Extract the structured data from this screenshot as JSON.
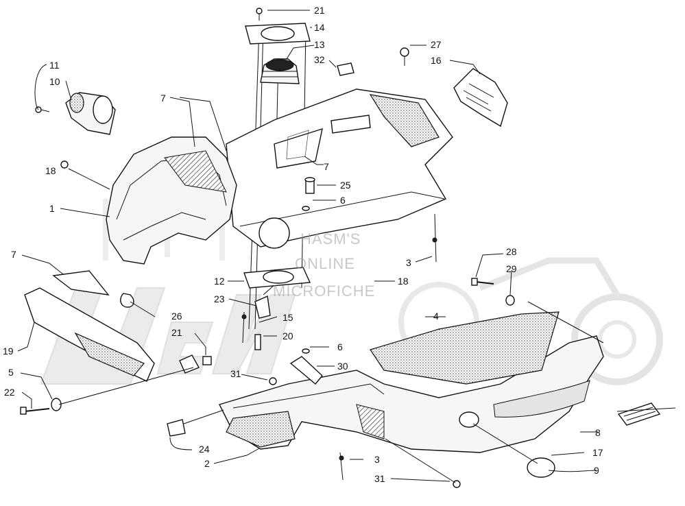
{
  "watermark": {
    "lines": [
      "HASM'S",
      "ONLINE",
      "MICROFICHE"
    ]
  },
  "callouts": [
    {
      "id": "c21-top",
      "text": "21"
    },
    {
      "id": "c14",
      "text": "14"
    },
    {
      "id": "c13",
      "text": "13"
    },
    {
      "id": "c32",
      "text": "32"
    },
    {
      "id": "c27",
      "text": "27"
    },
    {
      "id": "c16",
      "text": "16"
    },
    {
      "id": "c11",
      "text": "11"
    },
    {
      "id": "c10",
      "text": "10"
    },
    {
      "id": "c7-a",
      "text": "7"
    },
    {
      "id": "c7-b",
      "text": "7"
    },
    {
      "id": "c18-left",
      "text": "18"
    },
    {
      "id": "c25",
      "text": "25"
    },
    {
      "id": "c6-top",
      "text": "6"
    },
    {
      "id": "c1",
      "text": "1"
    },
    {
      "id": "c3-right",
      "text": "3"
    },
    {
      "id": "c7-c",
      "text": "7"
    },
    {
      "id": "c18-mid",
      "text": "18"
    },
    {
      "id": "c28",
      "text": "28"
    },
    {
      "id": "c29",
      "text": "29"
    },
    {
      "id": "c12",
      "text": "12"
    },
    {
      "id": "c23",
      "text": "23"
    },
    {
      "id": "c26",
      "text": "26"
    },
    {
      "id": "c15",
      "text": "15"
    },
    {
      "id": "c4",
      "text": "4"
    },
    {
      "id": "c21-left",
      "text": "21"
    },
    {
      "id": "c20",
      "text": "20"
    },
    {
      "id": "c19",
      "text": "19"
    },
    {
      "id": "c6-low",
      "text": "6"
    },
    {
      "id": "c30",
      "text": "30"
    },
    {
      "id": "c5",
      "text": "5"
    },
    {
      "id": "c31-mid",
      "text": "31"
    },
    {
      "id": "c22",
      "text": "22"
    },
    {
      "id": "c8",
      "text": "8"
    },
    {
      "id": "c24",
      "text": "24"
    },
    {
      "id": "c17",
      "text": "17"
    },
    {
      "id": "c3-low",
      "text": "3"
    },
    {
      "id": "c2",
      "text": "2"
    },
    {
      "id": "c9",
      "text": "9"
    },
    {
      "id": "c31-low",
      "text": "31"
    }
  ]
}
